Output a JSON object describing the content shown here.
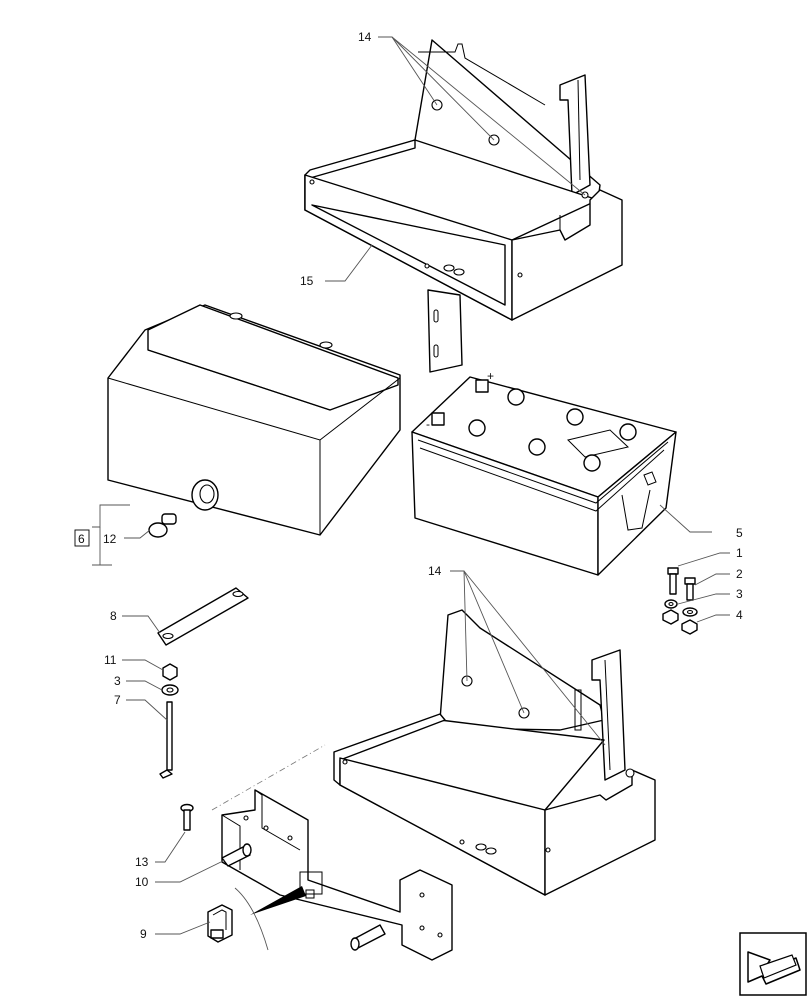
{
  "callouts": [
    {
      "id": "c14a",
      "text": "14"
    },
    {
      "id": "c15",
      "text": "15"
    },
    {
      "id": "c6",
      "text": "6"
    },
    {
      "id": "c12",
      "text": "12"
    },
    {
      "id": "c5",
      "text": "5"
    },
    {
      "id": "c1",
      "text": "1"
    },
    {
      "id": "c2",
      "text": "2"
    },
    {
      "id": "c3a",
      "text": "3"
    },
    {
      "id": "c4",
      "text": "4"
    },
    {
      "id": "c14b",
      "text": "14"
    },
    {
      "id": "c8",
      "text": "8"
    },
    {
      "id": "c11",
      "text": "11"
    },
    {
      "id": "c3b",
      "text": "3"
    },
    {
      "id": "c7",
      "text": "7"
    },
    {
      "id": "c13",
      "text": "13"
    },
    {
      "id": "c10",
      "text": "10"
    },
    {
      "id": "c9",
      "text": "9"
    }
  ],
  "battery_polarity": {
    "positive": "+",
    "negative": "-"
  },
  "nav_icon": "arrow-icon"
}
